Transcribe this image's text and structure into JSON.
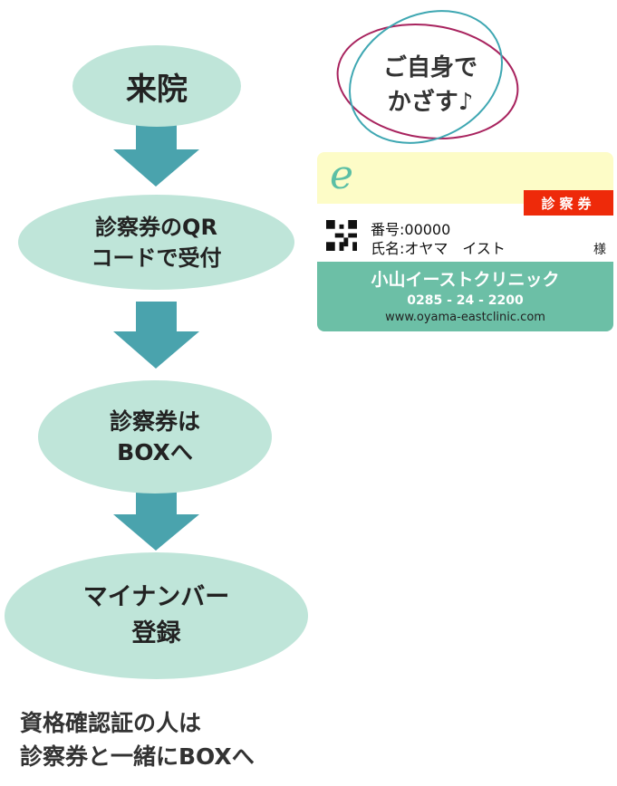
{
  "flow": {
    "steps": [
      {
        "label": "来院"
      },
      {
        "label": "診察券のQR\nコードで受付"
      },
      {
        "label": "診察券は\nBOXへ"
      },
      {
        "label": "マイナンバー\n登録"
      }
    ],
    "note": "資格確認証の人は\n診察券と一緒にBOXへ"
  },
  "callout": {
    "text": "ご自身で\nかざす♪"
  },
  "card": {
    "label": "診察券",
    "number_row": "番号:00000",
    "name_row": "氏名:オヤマ　イスト",
    "honorific": "様",
    "clinic_name": "小山イーストクリニック",
    "phone": "0285 - 24 - 2200",
    "website": "www.oyama-eastclinic.com",
    "logo_letter": "e"
  },
  "colors": {
    "oval": "#bfe5d9",
    "arrow": "#4aa3ad",
    "red": "#ee2a0a",
    "green": "#6cbfa6",
    "yellow": "#fdfcc7",
    "magenta": "#a8235e",
    "teal_ring": "#3ea7b2"
  }
}
